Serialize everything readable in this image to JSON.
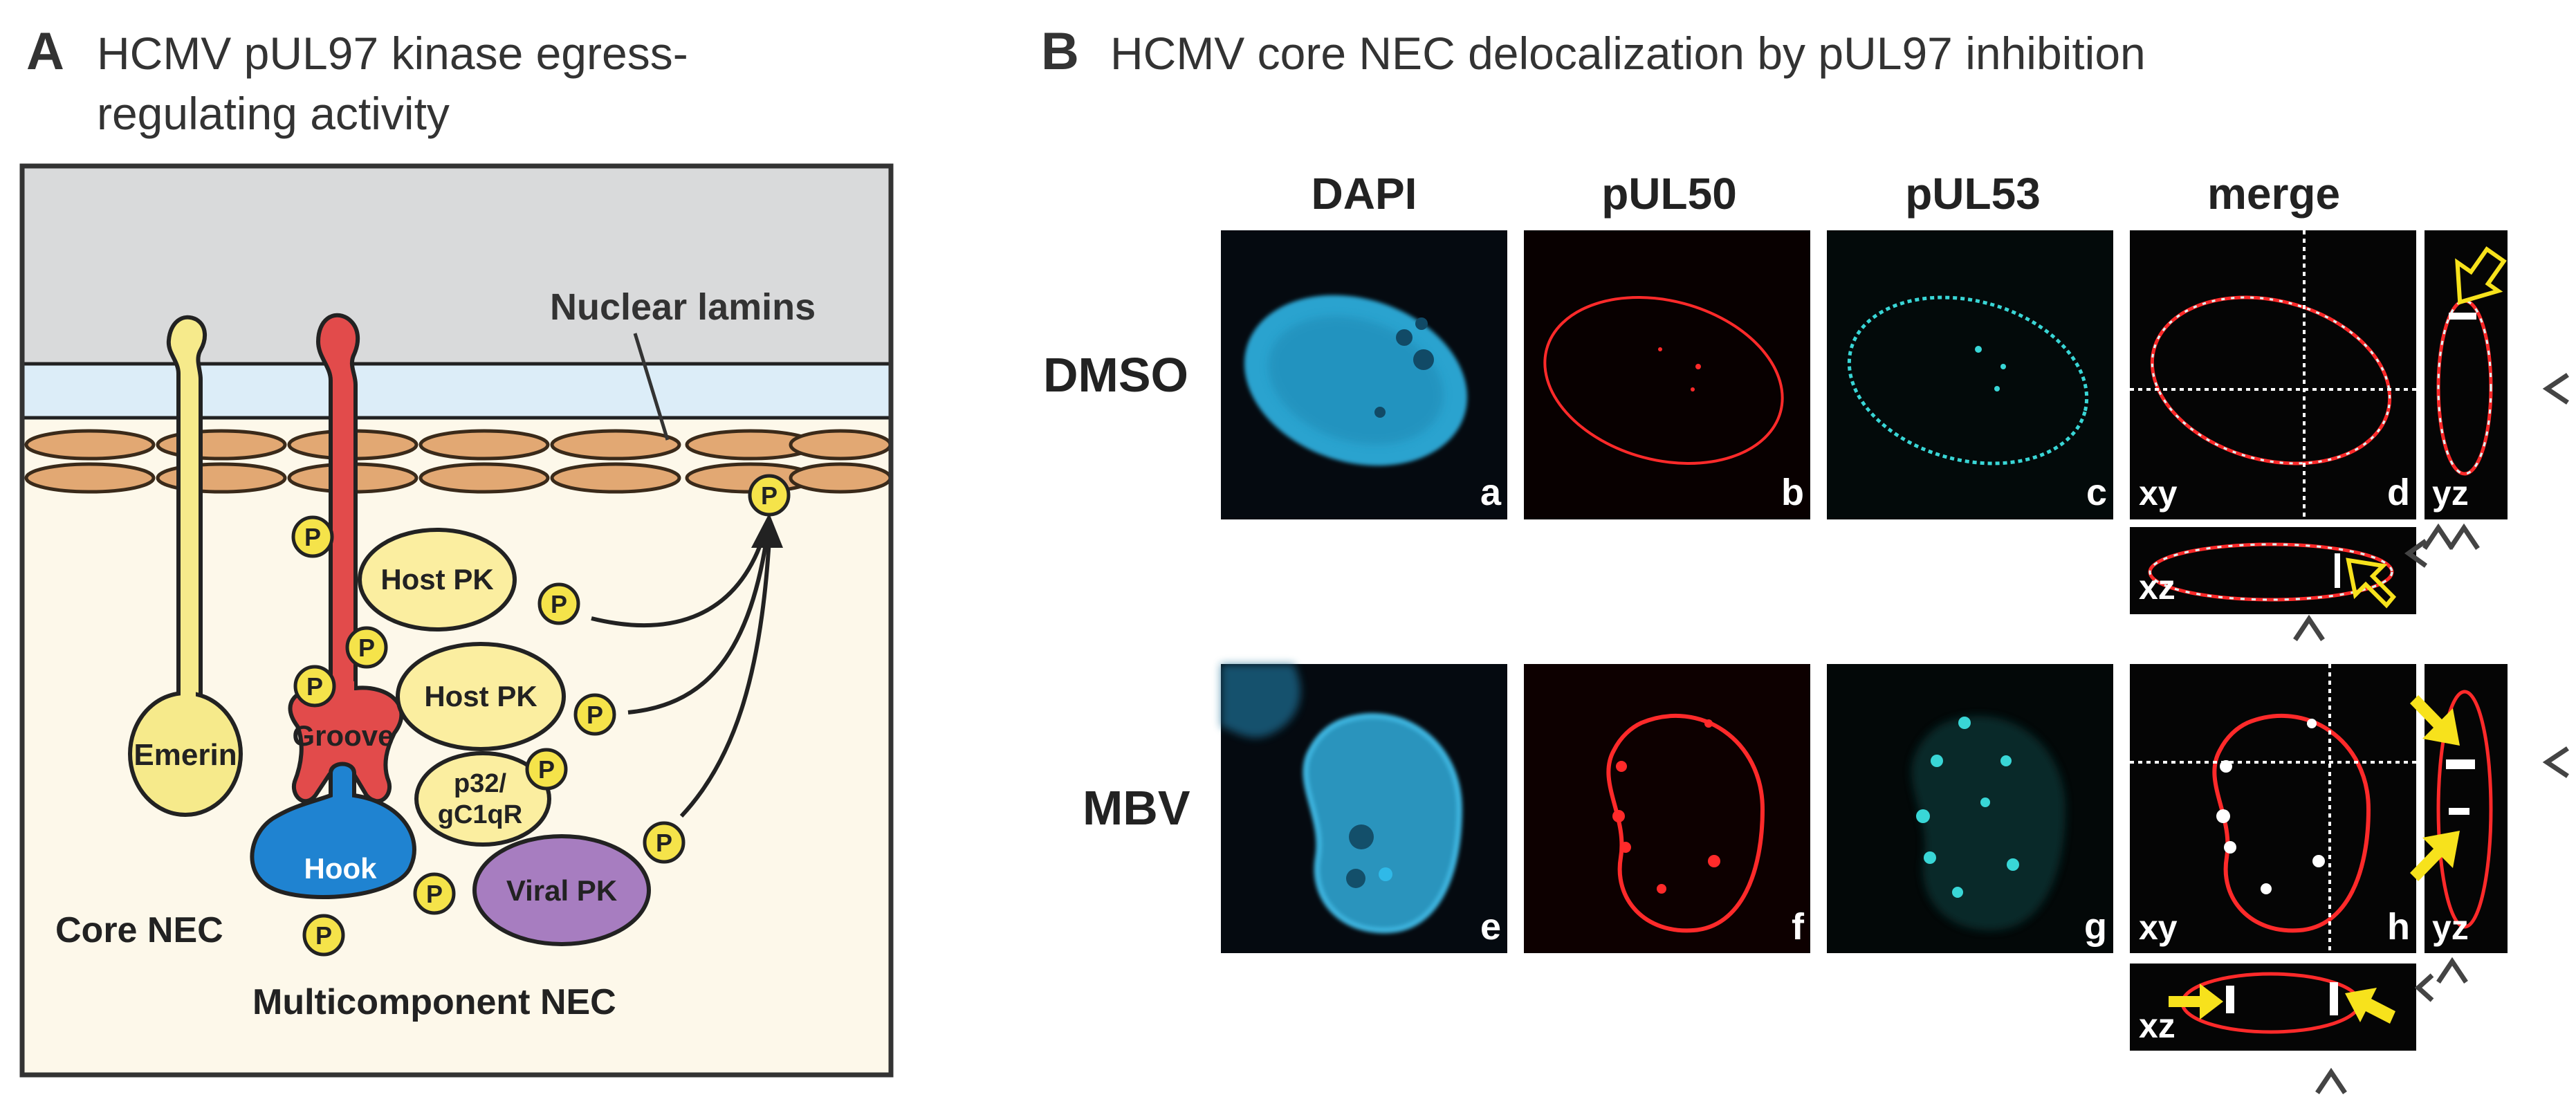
{
  "panel_a": {
    "letter": "A",
    "title_line1": "HCMV pUL97 kinase egress-",
    "title_line2": "regulating activity",
    "labels": {
      "nuclear_lamins": "Nuclear lamins",
      "emerin": "Emerin",
      "groove": "Groove",
      "hook": "Hook",
      "host_pk_1": "Host PK",
      "host_pk_2": "Host PK",
      "p32_line1": "p32/",
      "p32_line2": "gC1qR",
      "viral_pk": "Viral PK",
      "core_nec": "Core NEC",
      "multicomponent_nec": "Multicomponent NEC"
    },
    "phospho_label": "P",
    "colors": {
      "cytoplasm": "#d9dadb",
      "perinuclear": "#dcedf8",
      "nucleoplasm": "#fdf8ea",
      "lamin": "#e2a873",
      "emerin": "#f6ea8b",
      "groove": "#e24b4b",
      "hook": "#1f83d1",
      "host_pk": "#fbeea0",
      "viral_pk": "#a77dc0",
      "phospho": "#f5e34a"
    }
  },
  "panel_b": {
    "letter": "B",
    "title": "HCMV core NEC delocalization by pUL97 inhibition",
    "columns": [
      "DAPI",
      "pUL50",
      "pUL53",
      "merge"
    ],
    "rows": [
      "DMSO",
      "MBV"
    ],
    "panel_letters": [
      "a",
      "b",
      "c",
      "d",
      "e",
      "f",
      "g",
      "h"
    ],
    "view_labels": {
      "xy": "xy",
      "yz": "yz",
      "xz": "xz"
    },
    "colors": {
      "dapi": "#29a6d6",
      "red": "#ff2a2a",
      "cyan": "#39d6d6",
      "arrow": "#f7e21c"
    }
  }
}
